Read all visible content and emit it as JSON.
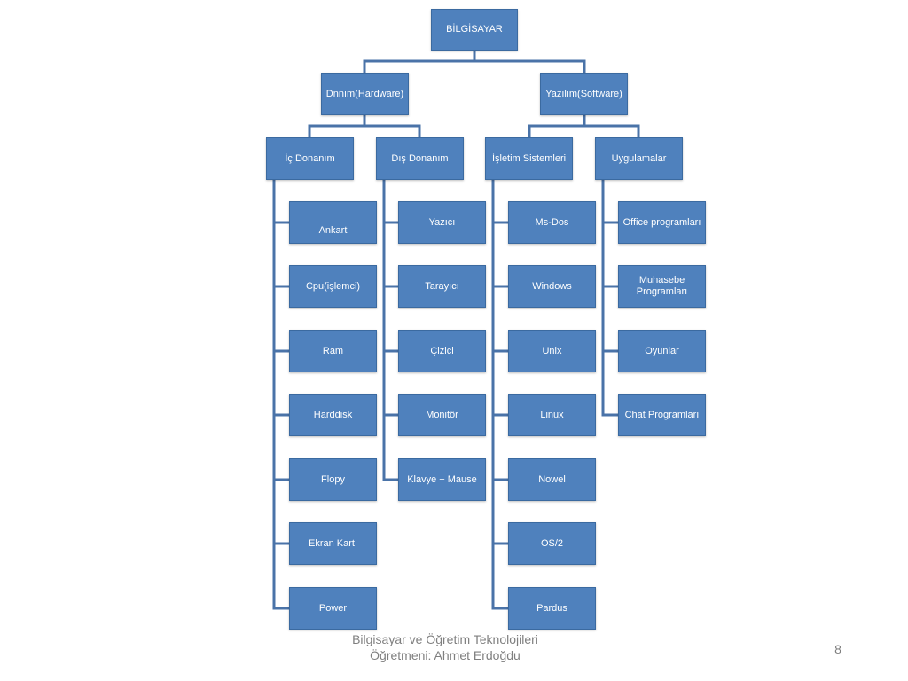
{
  "colors": {
    "box": "#4f81bd",
    "connector": "#4a73a8",
    "text": "#ffffff",
    "footer": "#7f7f7f"
  },
  "root": {
    "label": "BİLGİSAYAR"
  },
  "branches": {
    "hardware": {
      "label": "Dnnım(Hardware)",
      "groups": {
        "ic": {
          "label": "İç Donanım",
          "items": [
            "Ankart",
            "Cpu(işlemci)",
            "Ram",
            "Harddisk",
            "Flopy",
            "Ekran Kartı",
            "Power"
          ]
        },
        "dis": {
          "label": "Dış Donanım",
          "items": [
            "Yazıcı",
            "Tarayıcı",
            "Çizici",
            "Monitör",
            "Klavye + Mause"
          ]
        }
      }
    },
    "software": {
      "label": "Yazılım(Software)",
      "groups": {
        "isletim": {
          "label": "İşletim Sistemleri",
          "items": [
            "Ms-Dos",
            "Windows",
            "Unix",
            "Linux",
            "Nowel",
            "OS/2",
            "Pardus"
          ]
        },
        "uygulama": {
          "label": "Uygulamalar",
          "items": [
            "Office programları",
            "Muhasebe\nProgramları",
            "Oyunlar",
            "Chat Programları"
          ]
        }
      }
    }
  },
  "footer": {
    "line1": "Bilgisayar ve Öğretim Teknolojileri",
    "line2": "Öğretmeni: Ahmet Erdoğdu",
    "page": "8"
  }
}
